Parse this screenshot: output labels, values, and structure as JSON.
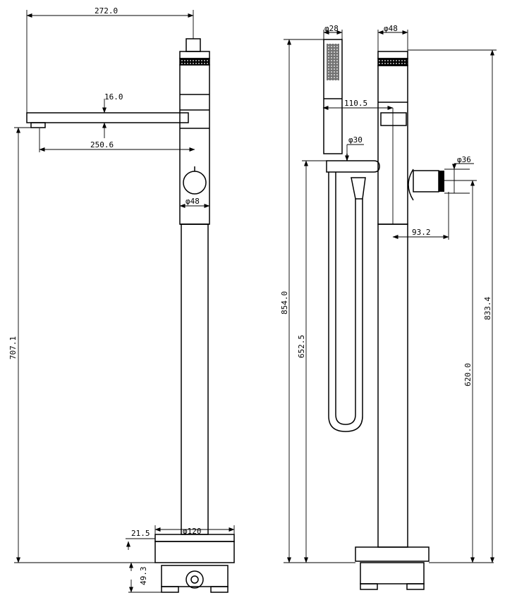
{
  "left_view": {
    "overall_width": "272.0",
    "spout_thickness": "16.0",
    "spout_reach": "250.6",
    "body_diameter": "φ48",
    "spout_height": "707.1",
    "base_plate_height": "21.5",
    "base_diameter": "φ120",
    "floor_box_depth": "49.3"
  },
  "right_view": {
    "handshower_diameter": "φ28",
    "body_diameter": "φ48",
    "handshower_offset": "110.5",
    "holder_diameter": "φ30",
    "handle_diameter": "φ36",
    "handle_projection": "93.2",
    "overall_height": "854.0",
    "holder_height": "652.5",
    "handle_height": "620.0",
    "body_height": "833.4"
  }
}
